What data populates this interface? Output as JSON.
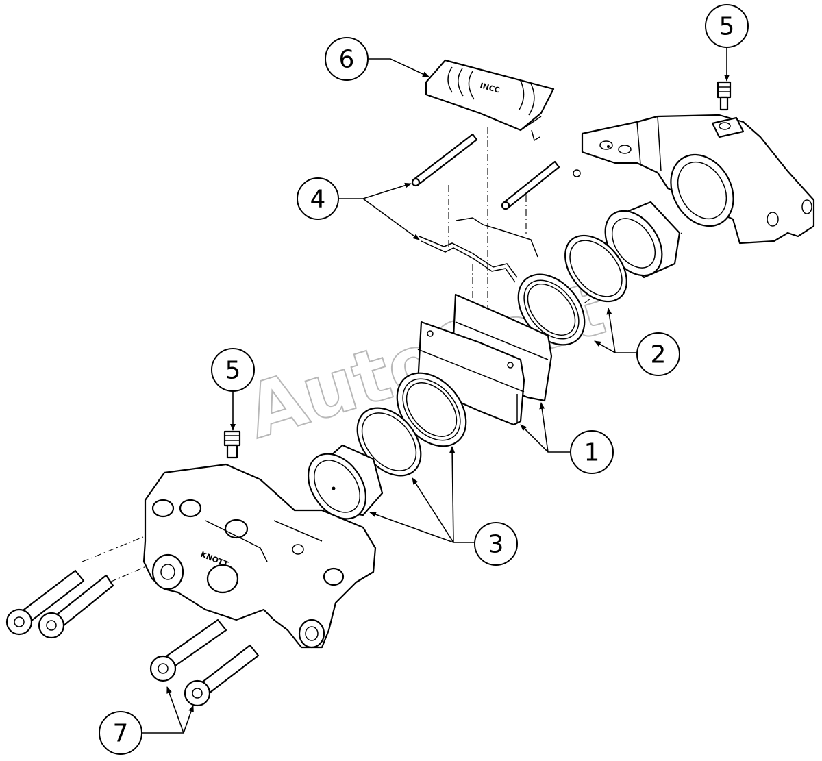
{
  "watermark": "AutoSoft",
  "callouts": {
    "c1": "1",
    "c2": "2",
    "c3": "3",
    "c4": "4",
    "c5_top": "5",
    "c5_left": "5",
    "c6": "6",
    "c7": "7"
  },
  "markings": {
    "caliper_cast_text": "KNOTT",
    "pad_plate_text": "INCC"
  }
}
